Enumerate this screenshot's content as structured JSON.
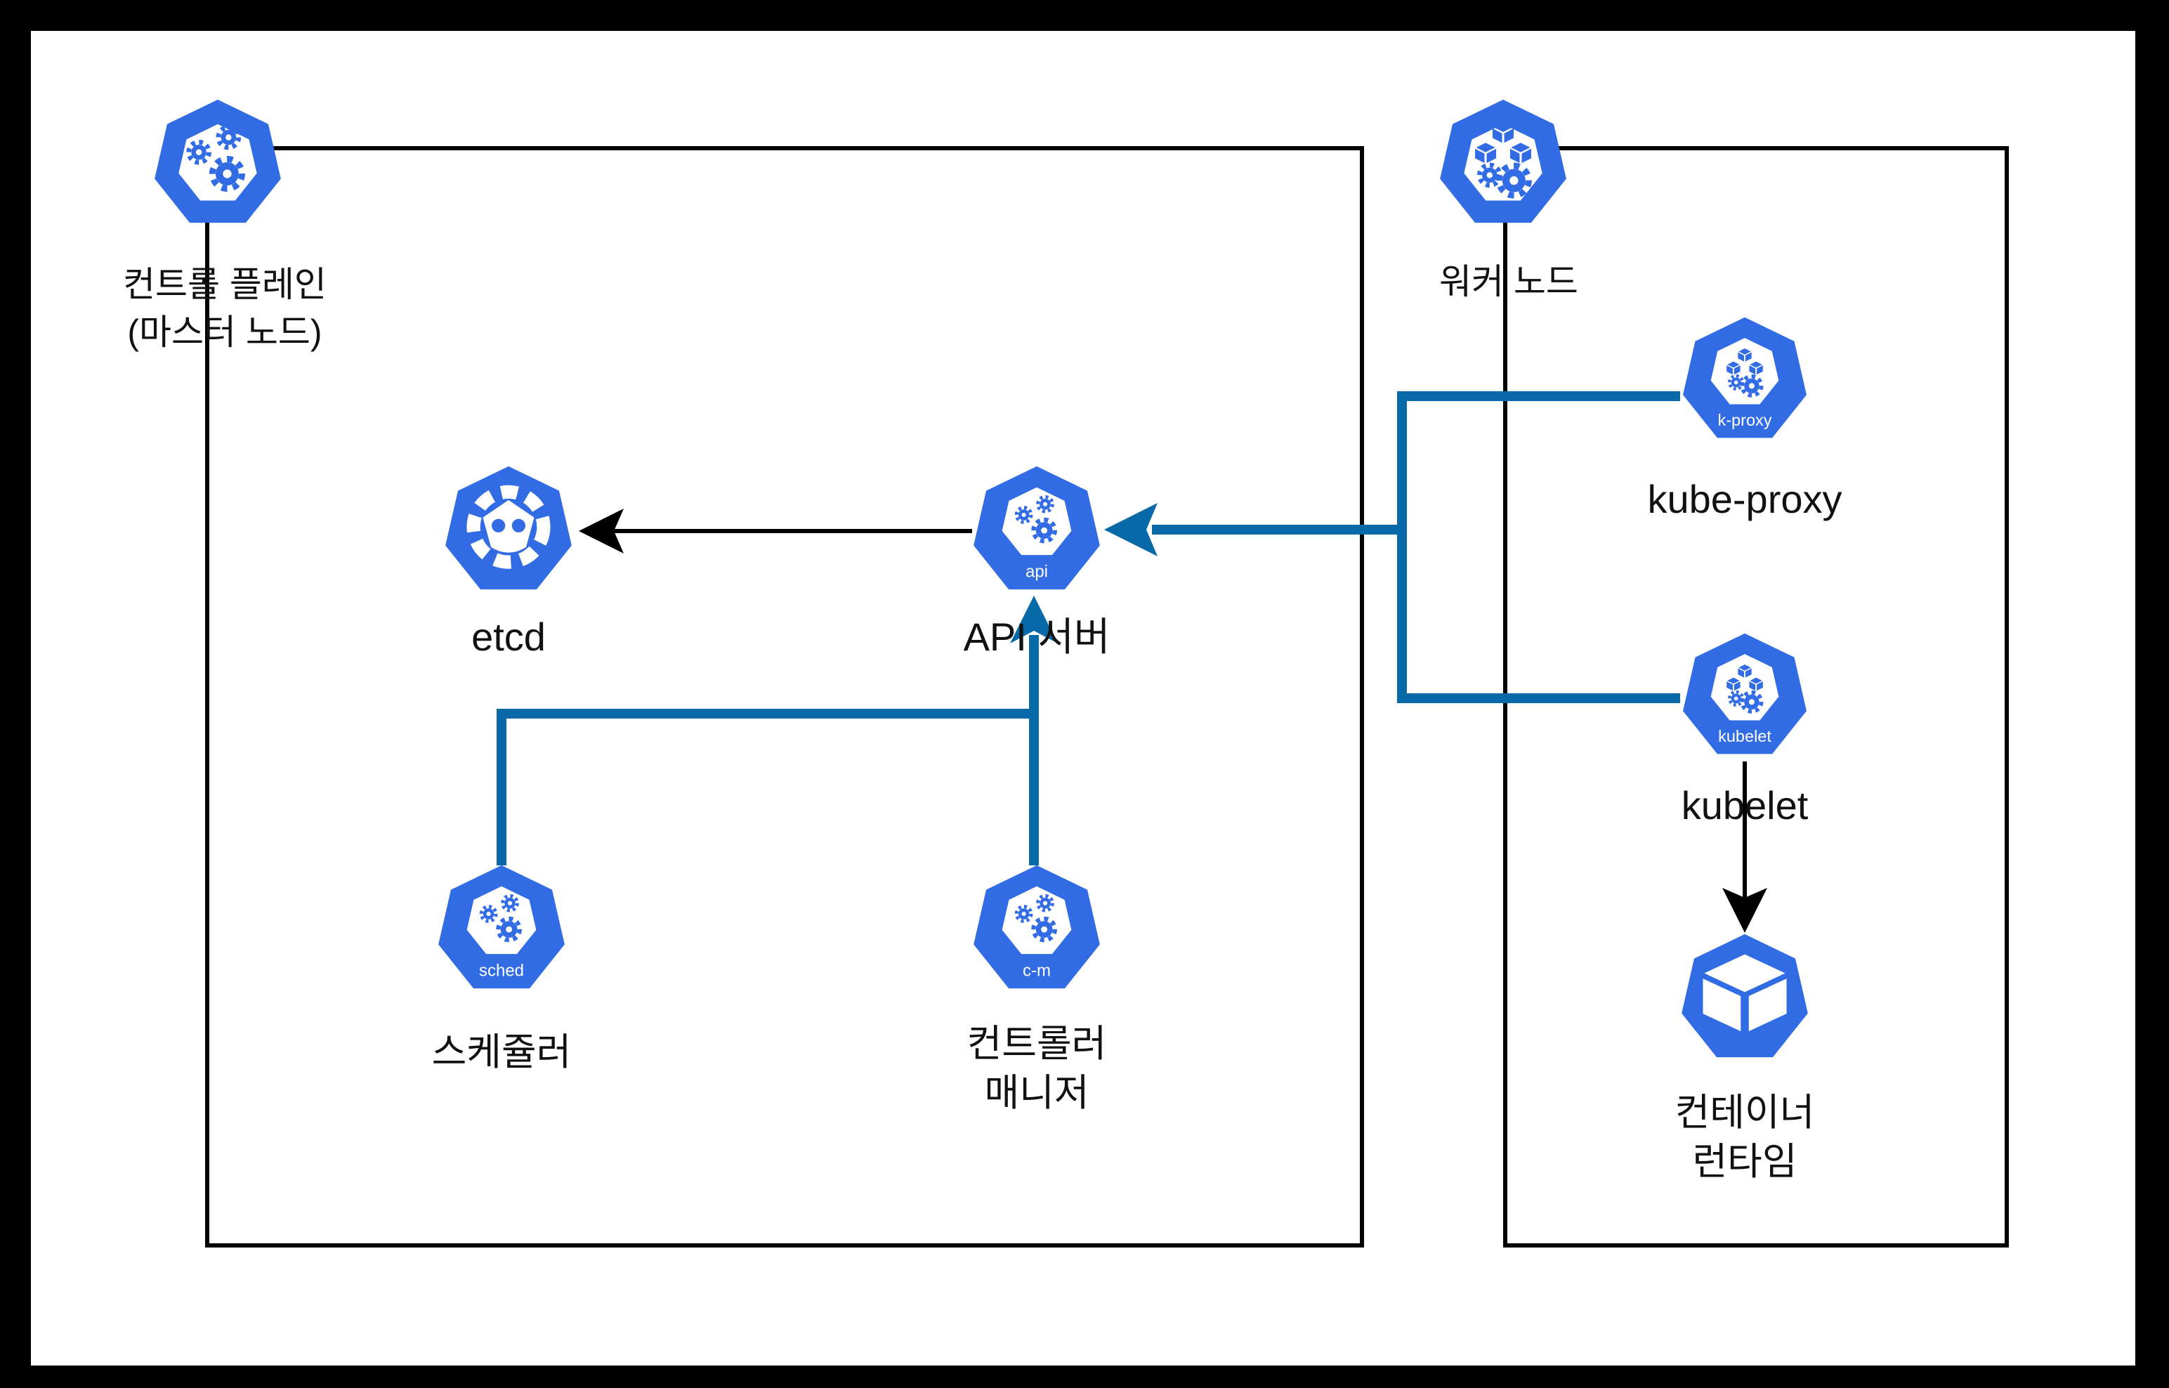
{
  "colors": {
    "kubernetes_blue": "#326CE5",
    "connector_blue": "#0769A8",
    "arrow_black": "#000000",
    "box_border": "#000000",
    "frame": "#000000",
    "canvas": "#FFFFFF"
  },
  "control_plane": {
    "title_line1": "컨트롤 플레인",
    "title_line2": "(마스터 노드)",
    "etcd": {
      "label": "etcd"
    },
    "api_server": {
      "label": "API 서버",
      "badge": "api"
    },
    "scheduler": {
      "label": "스케쥴러",
      "badge": "sched"
    },
    "controller_manager": {
      "label_line1": "컨트롤러",
      "label_line2": "매니저",
      "badge": "c-m"
    }
  },
  "worker_node": {
    "title": "워커 노드",
    "kube_proxy": {
      "label": "kube-proxy",
      "badge": "k-proxy"
    },
    "kubelet": {
      "label": "kubelet",
      "badge": "kubelet"
    },
    "container_runtime": {
      "label_line1": "컨테이너",
      "label_line2": "런타임"
    }
  }
}
